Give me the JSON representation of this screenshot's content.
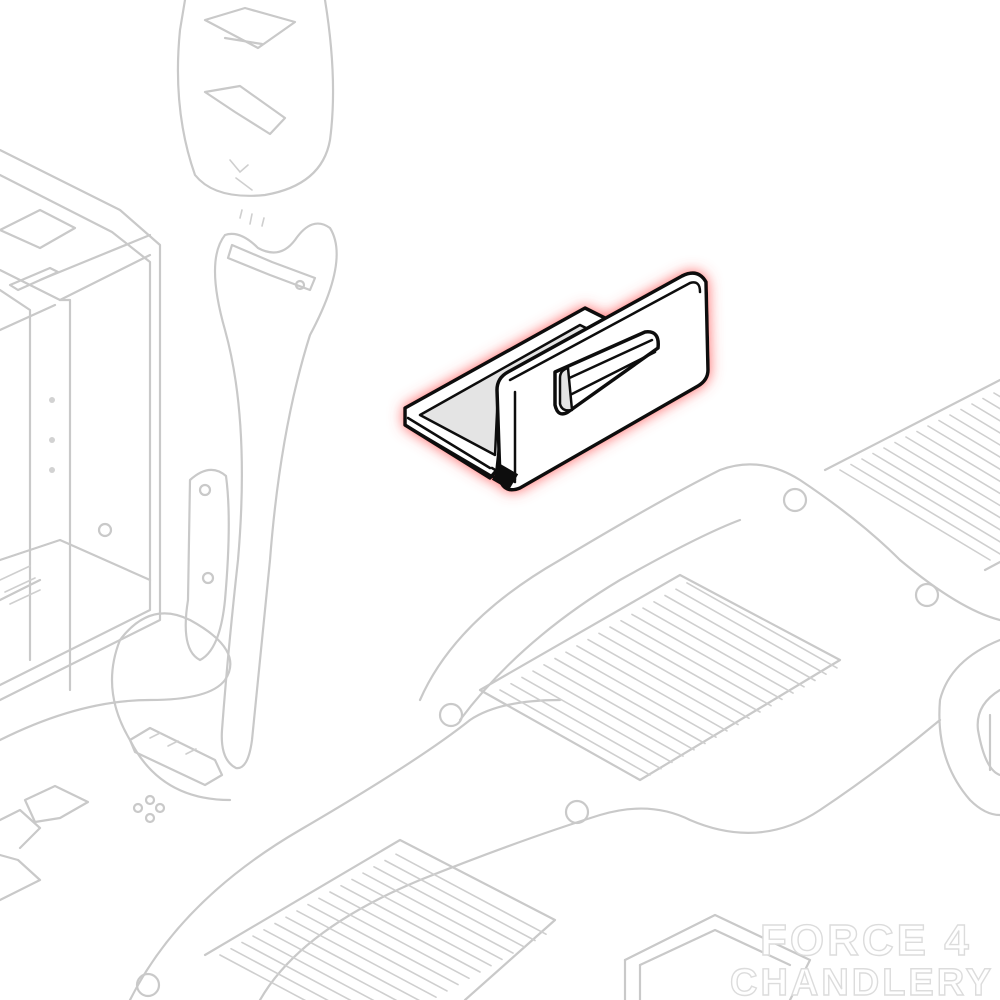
{
  "watermark": {
    "line1": "FORCE 4",
    "line2": "CHANDLERY"
  },
  "highlight": {
    "part_name": "oven-door-handle-assembly",
    "glow_color": "#ff4d4d"
  },
  "colors": {
    "ghost_lines": "#c9c9c9",
    "part_outline": "#111111",
    "background": "#ffffff"
  }
}
